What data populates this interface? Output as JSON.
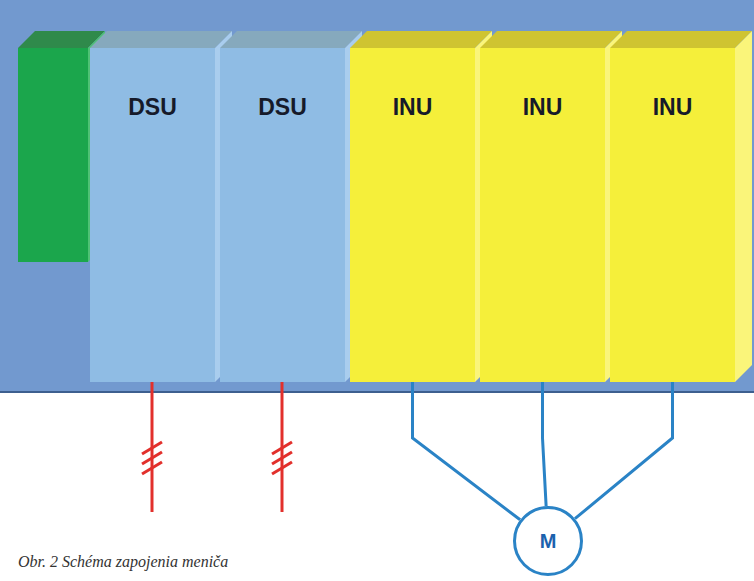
{
  "diagram": {
    "caption": "Obr. 2 Schéma zapojenia meniča",
    "nodes": [
      {
        "text": [
          "DSU"
        ]
      },
      {
        "text": [
          "DSU"
        ]
      },
      {
        "text": [
          "INU"
        ]
      },
      {
        "text": [
          "INU"
        ]
      },
      {
        "text": [
          "INU"
        ]
      },
      {
        "text": [
          "M"
        ]
      }
    ],
    "edges": [
      {
        "from": 2,
        "to": 5,
        "arrow": "none"
      },
      {
        "from": 3,
        "to": 5,
        "arrow": "none"
      },
      {
        "from": 4,
        "to": 5,
        "arrow": "none"
      }
    ]
  }
}
